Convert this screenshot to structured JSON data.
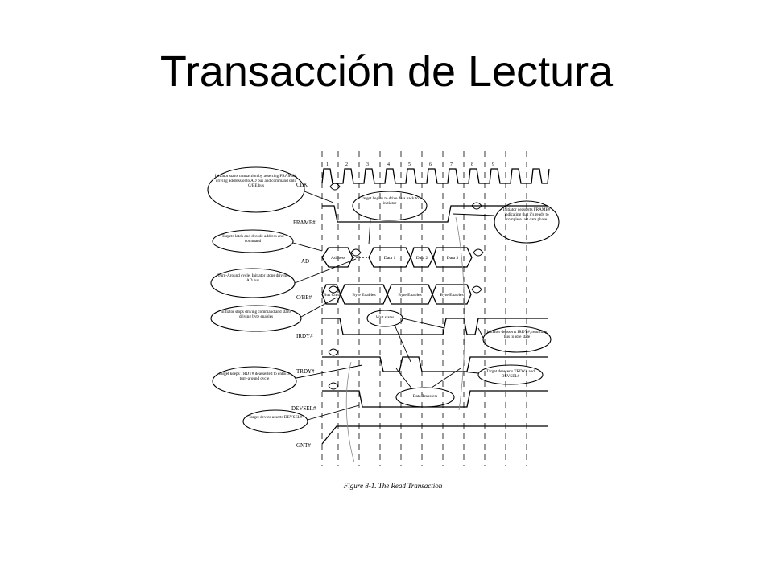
{
  "slide": {
    "title": "Transacción de Lectura"
  },
  "figure": {
    "caption": "Figure 8-1. The Read Transaction",
    "clock_numbers": [
      "1",
      "2",
      "3",
      "4",
      "5",
      "6",
      "7",
      "8",
      "9"
    ],
    "signals": [
      "CLK",
      "FRAME#",
      "AD",
      "C/BE#",
      "IRDY#",
      "TRDY#",
      "DEVSEL#",
      "GNT#"
    ],
    "ad_phases": [
      "Address",
      "Data 1",
      "Data 2",
      "Data 3"
    ],
    "cbe_phases": [
      "Bus Cmd",
      "Byte Enables",
      "Byte Enables",
      "Byte Enables"
    ],
    "callouts": [
      "Initiator starts transaction by asserting FRAME#, driving address onto AD bus and command onto C/BE bus",
      "Targets latch and decode address and command",
      "Turn-Around cycle. Initiator stops driving AD bus",
      "Initiator stops driving command and starts driving byte enables",
      "Target keeps TRDY# deasserted to enforce turn-around cycle",
      "Target device asserts DEVSEL#",
      "Target begins to drive data back to initiator",
      "Wait states",
      "Data Transfers",
      "Initiator deasserts FRAME# indicating that it's ready to complete last data phase",
      "Initiator deasserts IRDY#, returning bus to idle state",
      "Target deasserts TRDY# and DEVSEL#"
    ]
  }
}
